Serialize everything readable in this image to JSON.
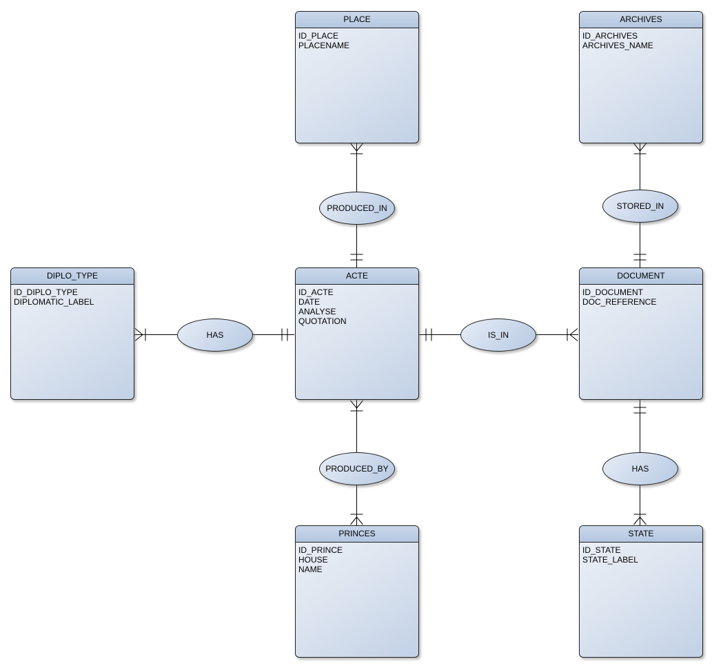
{
  "diagram": {
    "kind": "entity-relationship-diagram",
    "notation": "crow-foot cardinality markers on connectors",
    "background_color": "#ffffff"
  },
  "colors": {
    "entity_header": "#bccfe5",
    "entity_body_light": "#eef1f7",
    "entity_body_dark": "#c2d1e6",
    "ellipse_light": "#e7edf6",
    "ellipse_dark": "#b6c9e2",
    "border": "#1f1f1f",
    "connector_line": "#000000",
    "text": "#000000"
  },
  "entities": [
    {
      "name": "PLACE",
      "attributes": [
        "ID_PLACE",
        "PLACENAME"
      ]
    },
    {
      "name": "ARCHIVES",
      "attributes": [
        "ID_ARCHIVES",
        "ARCHIVES_NAME"
      ]
    },
    {
      "name": "DIPLO_TYPE",
      "attributes": [
        "ID_DIPLO_TYPE",
        "DIPLOMATIC_LABEL"
      ]
    },
    {
      "name": "ACTE",
      "attributes": [
        "ID_ACTE",
        "DATE",
        "ANALYSE",
        "QUOTATION"
      ]
    },
    {
      "name": "DOCUMENT",
      "attributes": [
        "ID_DOCUMENT",
        "DOC_REFERENCE"
      ]
    },
    {
      "name": "PRINCES",
      "attributes": [
        "ID_PRINCE",
        "HOUSE",
        "NAME"
      ]
    },
    {
      "name": "STATE",
      "attributes": [
        "ID_STATE",
        "STATE_LABEL"
      ]
    }
  ],
  "relationships": [
    {
      "label": "PRODUCED_IN",
      "end1_entity": "PLACE",
      "end1_marker": "crow-foot-with-tick",
      "end2_entity": "ACTE",
      "end2_marker": "double-tick"
    },
    {
      "label": "STORED_IN",
      "end1_entity": "ARCHIVES",
      "end1_marker": "crow-foot-with-tick",
      "end2_entity": "DOCUMENT",
      "end2_marker": "double-tick"
    },
    {
      "label": "HAS",
      "end1_entity": "DIPLO_TYPE",
      "end1_marker": "crow-foot-with-tick",
      "end2_entity": "ACTE",
      "end2_marker": "double-tick"
    },
    {
      "label": "IS_IN",
      "end1_entity": "ACTE",
      "end1_marker": "double-tick",
      "end2_entity": "DOCUMENT",
      "end2_marker": "crow-foot-with-tick"
    },
    {
      "label": "PRODUCED_BY",
      "end1_entity": "ACTE",
      "end1_marker": "crow-foot-with-tick",
      "end2_entity": "PRINCES",
      "end2_marker": "crow-foot-with-tick"
    },
    {
      "label": "HAS",
      "end1_entity": "DOCUMENT",
      "end1_marker": "double-tick",
      "end2_entity": "STATE",
      "end2_marker": "crow-foot-with-tick"
    }
  ]
}
